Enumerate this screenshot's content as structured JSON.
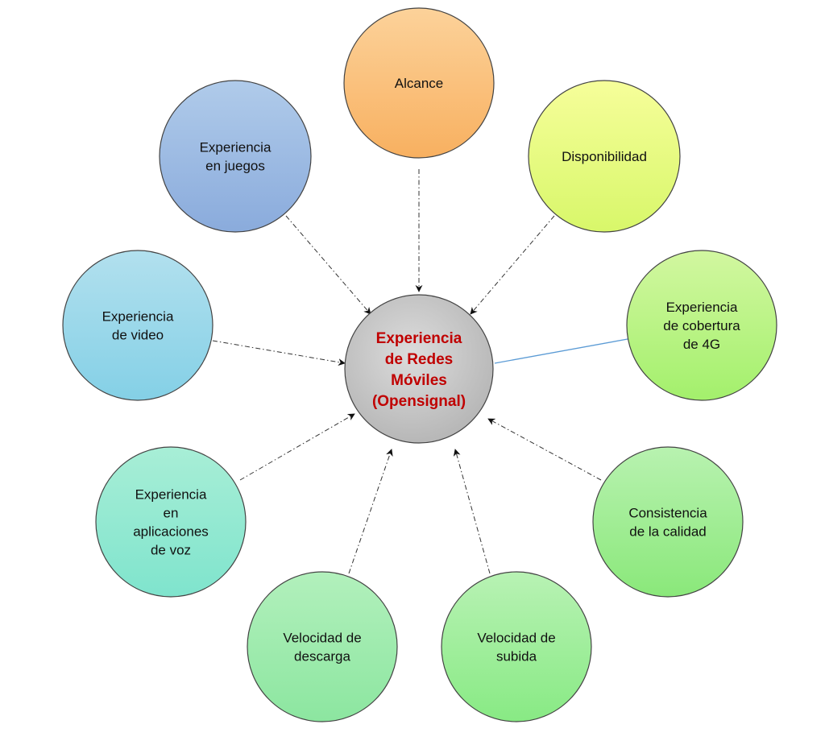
{
  "center": {
    "lines": [
      "Experiencia",
      "de Redes",
      "Móviles",
      "(Opensignal)"
    ],
    "text_color": "#c00000"
  },
  "nodes": [
    {
      "id": "alcance",
      "lines": [
        "Alcance"
      ],
      "c1": "#fcd29a",
      "c2": "#f8b060"
    },
    {
      "id": "disponibilidad",
      "lines": [
        "Disponibilidad"
      ],
      "c1": "#f6fe9a",
      "c2": "#d8f76a"
    },
    {
      "id": "cobertura-4g",
      "lines": [
        "Experiencia",
        "de cobertura",
        "de 4G"
      ],
      "c1": "#d2f7a0",
      "c2": "#a3f06c"
    },
    {
      "id": "consistencia",
      "lines": [
        "Consistencia",
        "de la calidad"
      ],
      "c1": "#b8f2b0",
      "c2": "#8ae87a"
    },
    {
      "id": "velocidad-subida",
      "lines": [
        "Velocidad de",
        "subida"
      ],
      "c1": "#b8f2b4",
      "c2": "#88ea84"
    },
    {
      "id": "velocidad-descarga",
      "lines": [
        "Velocidad de",
        "descarga"
      ],
      "c1": "#b2f0bc",
      "c2": "#8ce6a0"
    },
    {
      "id": "aplicaciones-voz",
      "lines": [
        "Experiencia",
        "en",
        "aplicaciones",
        "de voz"
      ],
      "c1": "#a8eed6",
      "c2": "#7fe4cd"
    },
    {
      "id": "video",
      "lines": [
        "Experiencia",
        "de video"
      ],
      "c1": "#b2e0ee",
      "c2": "#84d0e6"
    },
    {
      "id": "juegos",
      "lines": [
        "Experiencia",
        "en juegos"
      ],
      "c1": "#b0cbea",
      "c2": "#8aabdc"
    }
  ]
}
